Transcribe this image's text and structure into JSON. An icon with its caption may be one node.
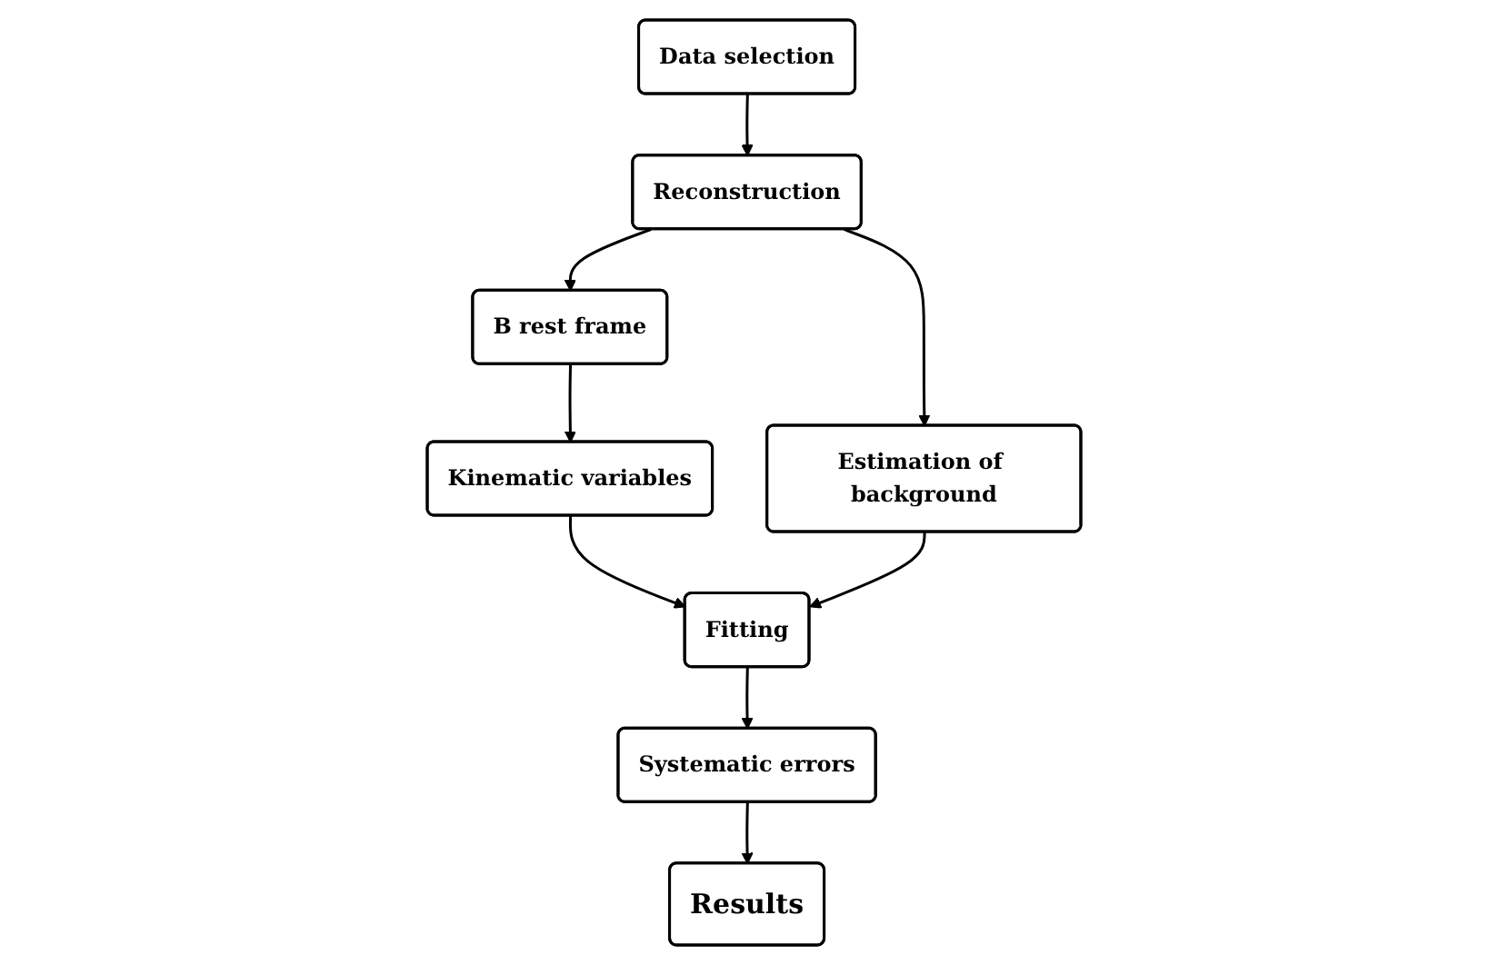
{
  "diagram": {
    "nodes": [
      {
        "text": [
          "Data selection"
        ]
      },
      {
        "text": [
          "Reconstruction"
        ]
      },
      {
        "text": [
          "B rest frame"
        ]
      },
      {
        "text": [
          "Kinematic variables"
        ]
      },
      {
        "text": [
          "Estimation of background"
        ]
      },
      {
        "text": [
          "Fitting"
        ]
      },
      {
        "text": [
          "Systematic errors"
        ]
      },
      {
        "text": [
          "Results"
        ]
      }
    ],
    "edges": [
      {
        "from": 0,
        "to": 1,
        "arrow": "to"
      },
      {
        "from": 1,
        "to": 2,
        "arrow": "to"
      },
      {
        "from": 1,
        "to": 4,
        "arrow": "to"
      },
      {
        "from": 2,
        "to": 3,
        "arrow": "to"
      },
      {
        "from": 3,
        "to": 5,
        "arrow": "to"
      },
      {
        "from": 4,
        "to": 5,
        "arrow": "to"
      },
      {
        "from": 5,
        "to": 6,
        "arrow": "to"
      },
      {
        "from": 6,
        "to": 7,
        "arrow": "to"
      }
    ]
  }
}
